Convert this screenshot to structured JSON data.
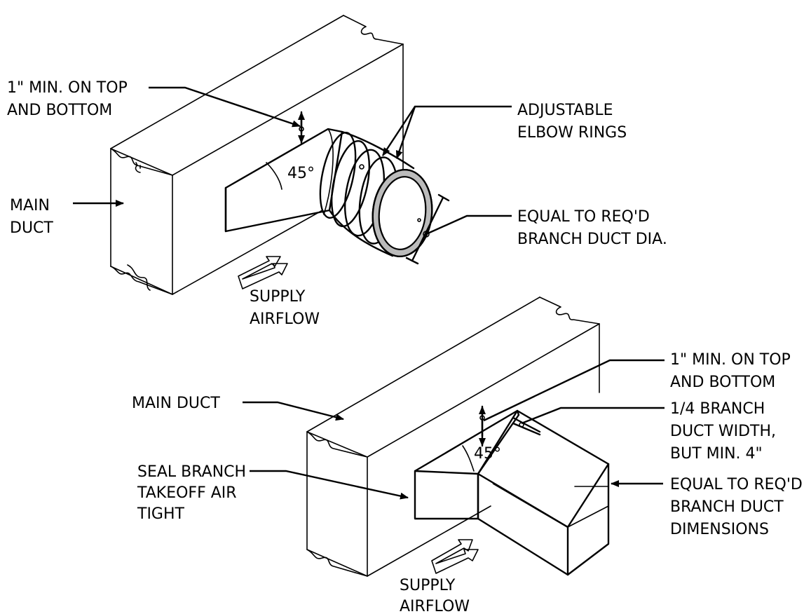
{
  "top": {
    "note_min_line1": "1\" MIN. ON TOP",
    "note_min_line2": "AND BOTTOM",
    "elbow_line1": "ADJUSTABLE",
    "elbow_line2": "ELBOW RINGS",
    "main_duct_line1": "MAIN",
    "main_duct_line2": "DUCT",
    "angle": "45°",
    "equal_line1": "EQUAL TO REQ'D",
    "equal_line2": "BRANCH DUCT DIA.",
    "airflow_line1": "SUPPLY",
    "airflow_line2": "AIRFLOW"
  },
  "bottom": {
    "note_min_line1": "1\" MIN. ON TOP",
    "note_min_line2": "AND BOTTOM",
    "main_duct": "MAIN DUCT",
    "quarter_line1": "1/4 BRANCH",
    "quarter_line2": "DUCT WIDTH,",
    "quarter_line3": "BUT MIN. 4\"",
    "angle": "45°",
    "seal_line1": "SEAL BRANCH",
    "seal_line2": "TAKEOFF AIR",
    "seal_line3": "TIGHT",
    "equal_line1": "EQUAL TO REQ'D",
    "equal_line2": "BRANCH DUCT",
    "equal_line3": "DIMENSIONS",
    "airflow_line1": "SUPPLY",
    "airflow_line2": "AIRFLOW"
  }
}
